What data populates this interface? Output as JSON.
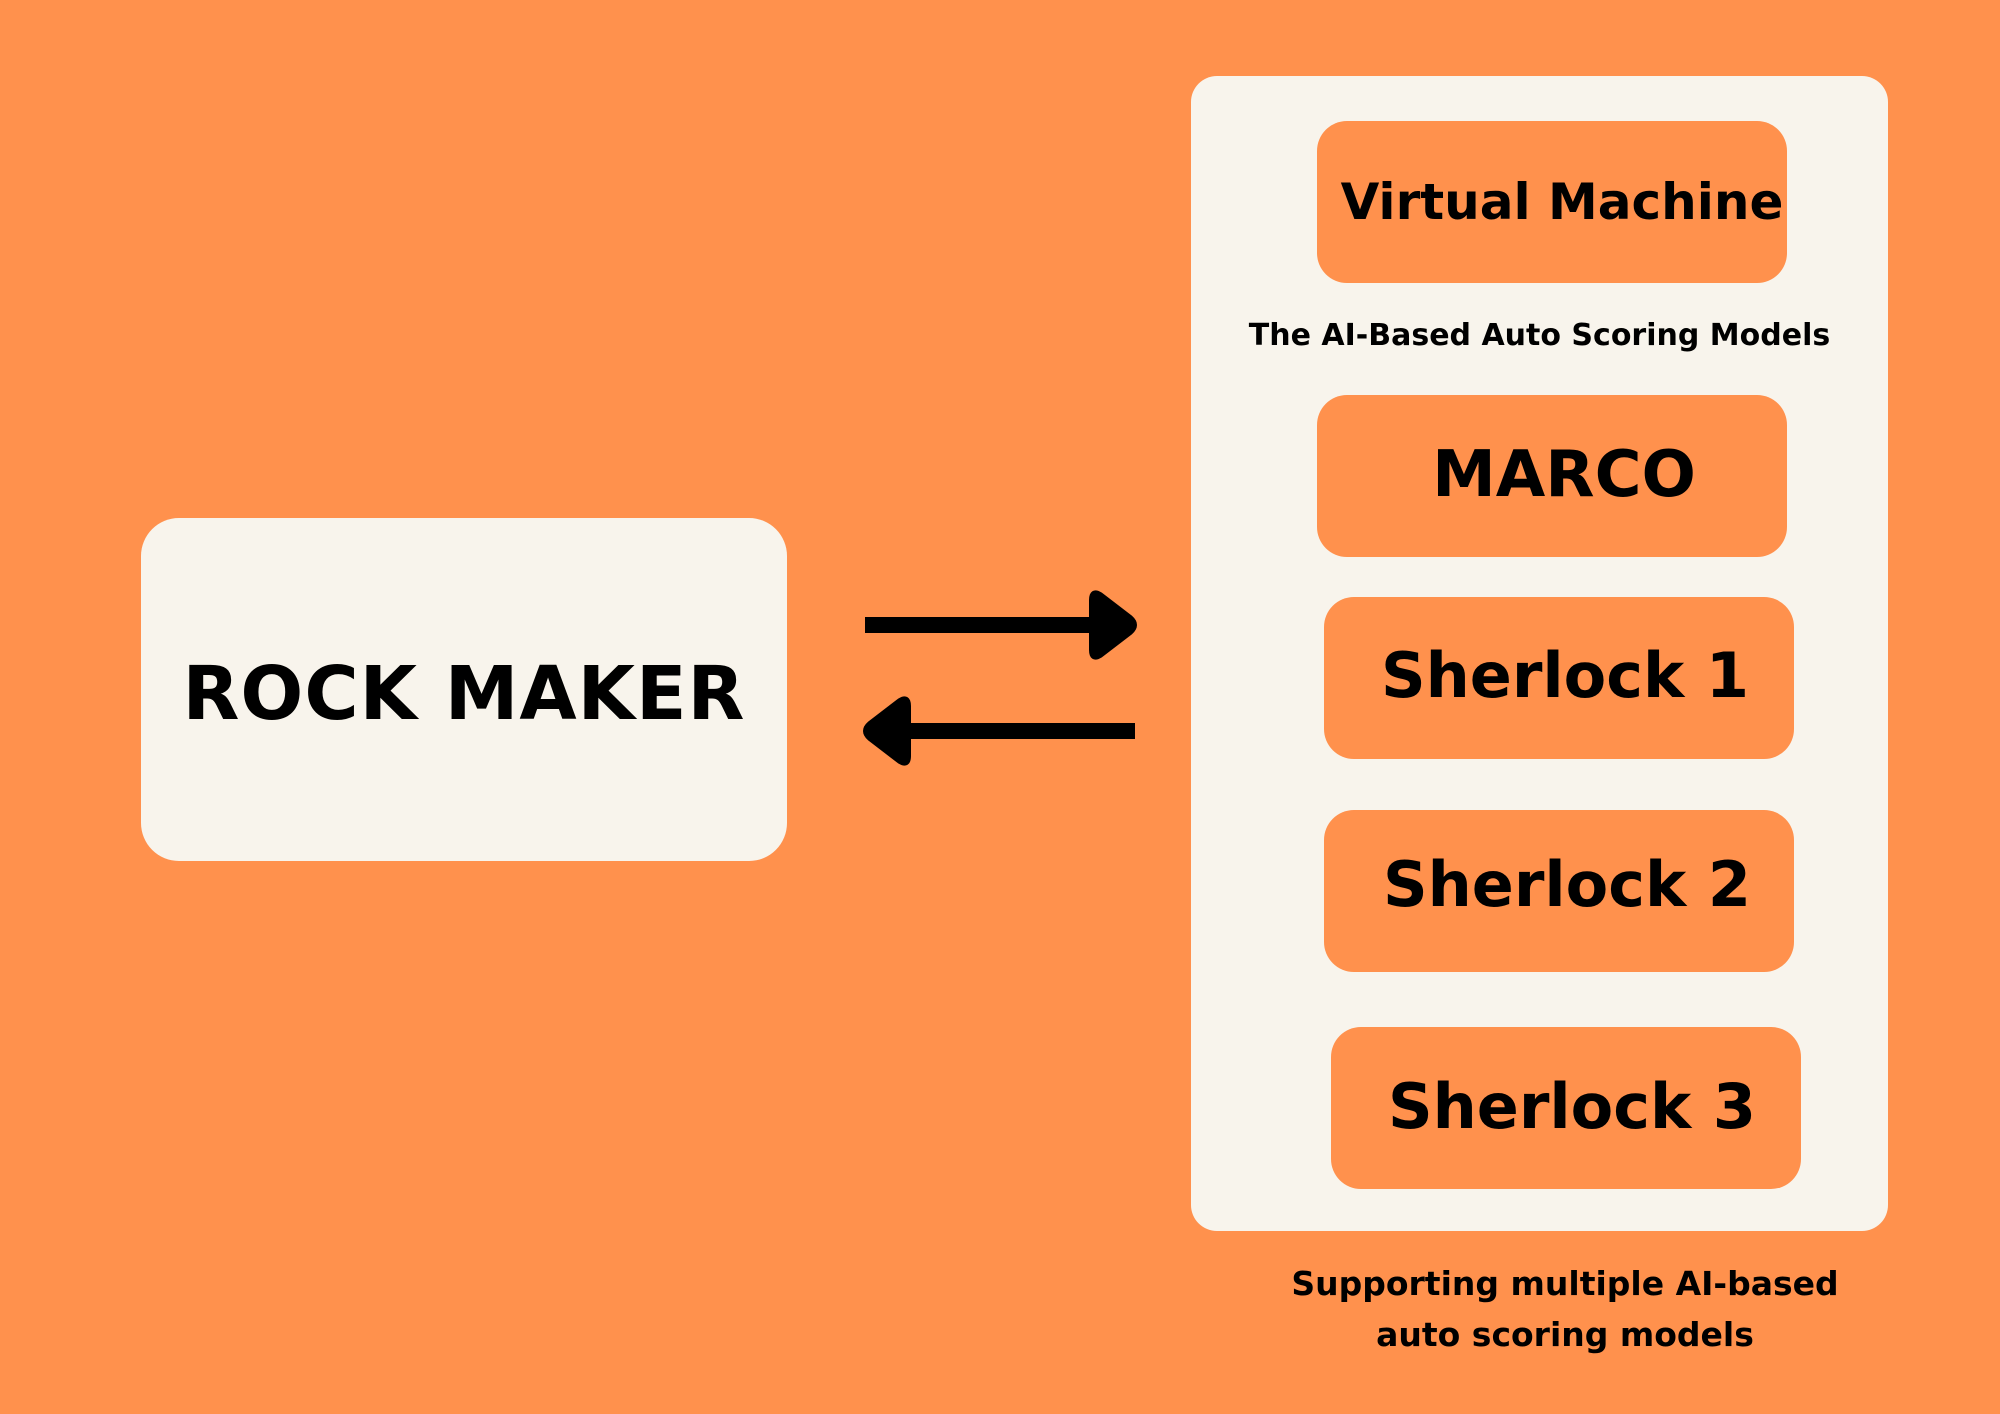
{
  "left_node": {
    "label": "ROCK MAKER"
  },
  "right_panel": {
    "host_label": "Virtual Machine",
    "section_title": "The AI-Based Auto Scoring Models",
    "models": [
      {
        "label": "MARCO"
      },
      {
        "label": "Sherlock 1"
      },
      {
        "label": "Sherlock 2"
      },
      {
        "label": "Sherlock 3"
      }
    ]
  },
  "connections": [
    {
      "from": "ROCK MAKER",
      "to": "Virtual Machine panel",
      "direction": "right"
    },
    {
      "from": "Virtual Machine panel",
      "to": "ROCK MAKER",
      "direction": "left"
    }
  ],
  "caption": {
    "line1": "Supporting multiple AI-based",
    "line2": "auto scoring models"
  },
  "colors": {
    "background": "#FF914D",
    "panel": "#F8F4EC",
    "text": "#000000"
  }
}
